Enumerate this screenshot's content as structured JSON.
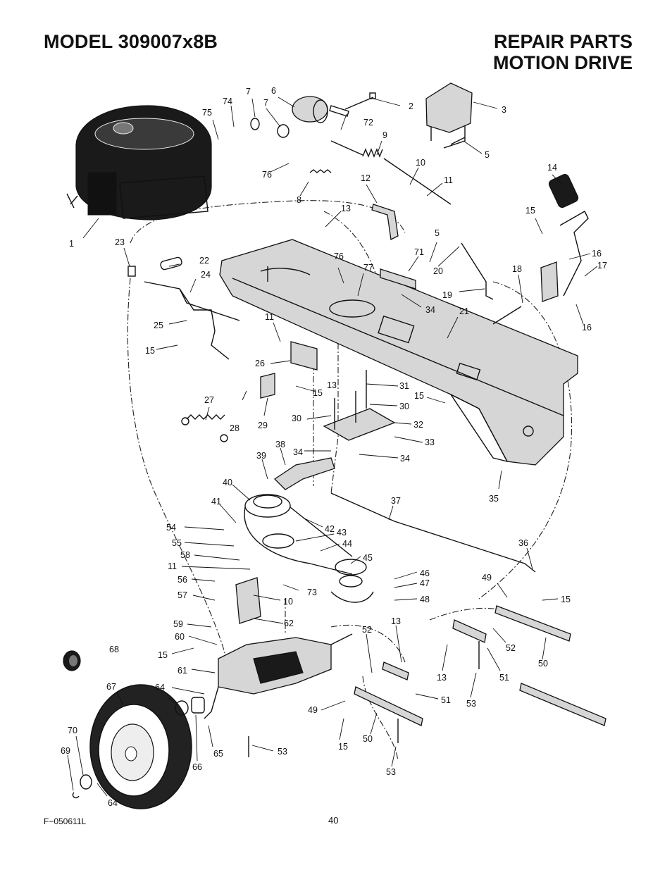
{
  "header": {
    "model": "MODEL 309007x8B",
    "section_line1": "REPAIR PARTS",
    "section_line2": "MOTION DRIVE"
  },
  "footer": {
    "figure_code": "F−050611L",
    "page_number": "40"
  },
  "callouts": {
    "c1": "1",
    "c2": "2",
    "c3": "3",
    "c5a": "5",
    "c5b": "5",
    "c6": "6",
    "c7a": "7",
    "c7b": "7",
    "c8": "8",
    "c9": "9",
    "c10a": "10",
    "c10b": "10",
    "c11a": "11",
    "c11b": "11",
    "c11c": "11",
    "c12": "12",
    "c13a": "13",
    "c13b": "13",
    "c13c": "13",
    "c13d": "13",
    "c14": "14",
    "c15a": "15",
    "c15b": "15",
    "c15c": "15",
    "c15d": "15",
    "c15e": "15",
    "c15f": "15",
    "c15g": "15",
    "c16a": "16",
    "c16b": "16",
    "c17": "17",
    "c18": "18",
    "c19": "19",
    "c20": "20",
    "c21": "21",
    "c22": "22",
    "c23": "23",
    "c24": "24",
    "c25": "25",
    "c26": "26",
    "c27": "27",
    "c28": "28",
    "c29": "29",
    "c30a": "30",
    "c30b": "30",
    "c31": "31",
    "c32": "32",
    "c33": "33",
    "c34a": "34",
    "c34b": "34",
    "c34c": "34",
    "c35": "35",
    "c36": "36",
    "c37": "37",
    "c38": "38",
    "c39": "39",
    "c40": "40",
    "c41": "41",
    "c42": "42",
    "c43": "43",
    "c44": "44",
    "c45": "45",
    "c46": "46",
    "c47": "47",
    "c48": "48",
    "c49a": "49",
    "c49b": "49",
    "c50a": "50",
    "c50b": "50",
    "c51a": "51",
    "c51b": "51",
    "c52a": "52",
    "c52b": "52",
    "c53a": "53",
    "c53b": "53",
    "c53c": "53",
    "c54": "54",
    "c55": "55",
    "c56": "56",
    "c57": "57",
    "c58": "58",
    "c59": "59",
    "c60": "60",
    "c61": "61",
    "c62": "62",
    "c64a": "64",
    "c64b": "64",
    "c65": "65",
    "c66": "66",
    "c67": "67",
    "c68": "68",
    "c69": "69",
    "c70": "70",
    "c71": "71",
    "c72": "72",
    "c73": "73",
    "c74": "74",
    "c75": "75",
    "c76a": "76",
    "c76b": "76",
    "c77": "77"
  }
}
